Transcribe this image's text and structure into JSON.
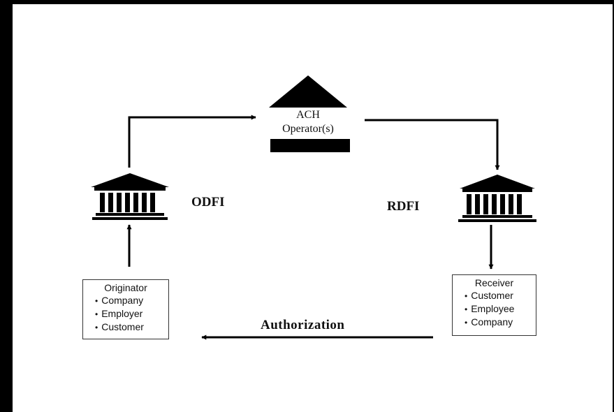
{
  "ach": {
    "line1": "ACH",
    "line2": "Operator(s)"
  },
  "odfi": {
    "label": "ODFI"
  },
  "rdfi": {
    "label": "RDFI"
  },
  "originator": {
    "title": "Originator",
    "items": [
      "Company",
      "Employer",
      "Customer"
    ]
  },
  "receiver": {
    "title": "Receiver",
    "items": [
      "Customer",
      "Employee",
      "Company"
    ]
  },
  "authorization": {
    "label": "Authorization"
  },
  "colors": {
    "ink": "#000000",
    "background": "#ffffff"
  },
  "icons": [
    "bank-building-icon",
    "ach-roof-icon"
  ]
}
